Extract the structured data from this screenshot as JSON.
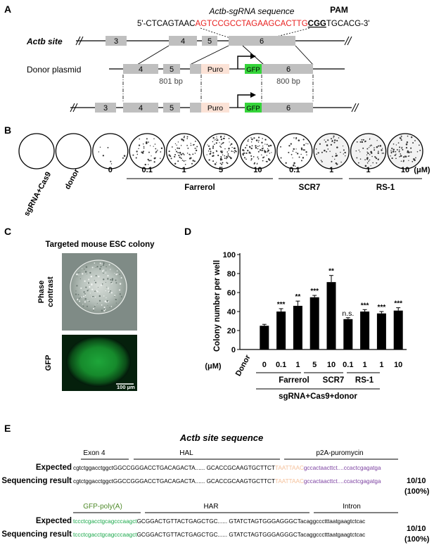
{
  "panelA": {
    "label": "A",
    "seq_prefix": "5'-CTCAGTAAC",
    "seq_sgrna": "AGTCCGCCTAGAAGCACTTG",
    "seq_pam": "CGG",
    "seq_suffix": "TGCACG-3'",
    "sgrna_title": "Actb-sgRNA sequence",
    "pam_title": "PAM",
    "actb_label": "Actb site",
    "donor_label": "Donor plasmid",
    "exons_top": [
      "3",
      "4",
      "5",
      "6"
    ],
    "exons_donor": [
      "4",
      "5",
      "Puro",
      "GFP",
      "6"
    ],
    "exons_bottom": [
      "3",
      "4",
      "5",
      "Puro",
      "GFP",
      "6"
    ],
    "hal_size": "801 bp",
    "har_size": "800 bp",
    "colors": {
      "sgrna": "#e8201f",
      "exon": "#bfbfbf",
      "puro": "#fbe2d6",
      "gfp": "#35d43a"
    }
  },
  "panelB": {
    "label": "B",
    "side_labels": [
      "sgRNA+Cas9",
      "donor"
    ],
    "doses": [
      "0",
      "0.1",
      "1",
      "5",
      "10",
      "0.1",
      "1",
      "1",
      "10"
    ],
    "unit": "(μM)",
    "groups": [
      "Farrerol",
      "SCR7",
      "RS-1"
    ]
  },
  "panelC": {
    "label": "C",
    "title": "Targeted mouse ESC colony",
    "row1": "Phase contrast",
    "row2": "GFP",
    "scale": "100 μm"
  },
  "panelD": {
    "label": "D",
    "unit": "(μM)",
    "donor_label": "Donor",
    "group_label": "sgRNA+Cas9+donor",
    "groups": [
      "Farrerol",
      "SCR7",
      "RS-1"
    ]
  },
  "chart_data": {
    "type": "bar",
    "ylabel": "Colony number per well",
    "ylim": [
      0,
      100
    ],
    "yticks": [
      "0",
      "20",
      "40",
      "60",
      "80",
      "100"
    ],
    "categories": [
      "Donor",
      "0",
      "0.1",
      "1",
      "5",
      "10",
      "0.1",
      "1",
      "1",
      "10"
    ],
    "values": [
      0,
      25,
      40,
      46,
      55,
      71,
      32,
      40,
      38,
      41
    ],
    "errors": [
      0,
      1.5,
      3,
      5,
      2,
      7,
      1.5,
      2,
      2,
      3
    ],
    "annotations": [
      "",
      "",
      "***",
      "**",
      "***",
      "**",
      "n.s.",
      "***",
      "***",
      "***"
    ]
  },
  "panelE": {
    "label": "E",
    "title": "Actb site sequence",
    "block1": {
      "headers": [
        "Exon 4",
        "HAL",
        "p2A-puromycin"
      ],
      "expected_label": "Expected",
      "result_label": "Sequencing result",
      "seg1": "cgtctggacctggct",
      "seg2": "GGCCGGGACCTGACAGACTA...... GCACCGCAAGTGCTTCT",
      "seg3": "TAATTAAC",
      "seg4": "gccactaacttct....ccactcgagatga",
      "ratio": "10/10",
      "percent": "(100%)"
    },
    "block2": {
      "headers": [
        "GFP-poly(A)",
        "HAR",
        "Intron"
      ],
      "expected_label": "Expected",
      "result_label": "Sequencing result",
      "seg1": "tccctcgacctgcagcccaagct",
      "seg2": "GCGGACTGTTACTGAGCTGC...... GTATCTAGTGGGAGGGCT",
      "seg3": "acaggccctttaatgaagtctcac",
      "ratio": "10/10",
      "percent": "(100%)"
    },
    "colors": {
      "peach": "#f4c09a",
      "purple": "#7b3fa0",
      "green": "#1aa84a",
      "olive": "#4f8a2a"
    }
  }
}
